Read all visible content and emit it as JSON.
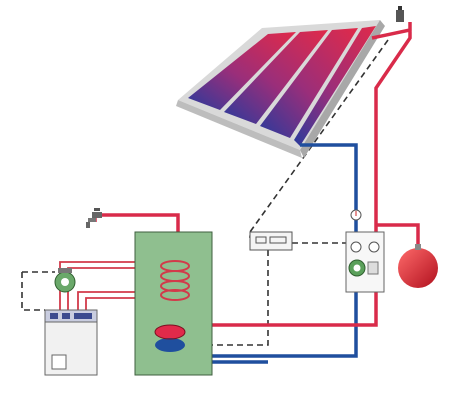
{
  "diagram": {
    "type": "solar-thermal-system-schematic",
    "components": [
      {
        "id": "solar-collector",
        "icon": "solar-panel-icon",
        "panels": 4
      },
      {
        "id": "air-vent",
        "icon": "air-vent-icon"
      },
      {
        "id": "expansion-vessel",
        "icon": "expansion-tank-icon"
      },
      {
        "id": "pump-station",
        "icon": "pump-station-icon",
        "gauges": 2
      },
      {
        "id": "thermometer",
        "icon": "thermometer-icon"
      },
      {
        "id": "solar-controller",
        "icon": "controller-icon"
      },
      {
        "id": "storage-tank",
        "icon": "water-tank-icon",
        "coils": 2
      },
      {
        "id": "hot-water-tap",
        "icon": "faucet-icon"
      },
      {
        "id": "boiler-pump",
        "icon": "circulation-pump-icon"
      },
      {
        "id": "backup-boiler",
        "icon": "boiler-icon"
      }
    ],
    "colors": {
      "hot_pipe": "#d92b4a",
      "cold_pipe": "#1f4f9e",
      "signal_wire": "#333333",
      "tank_body": "#8fbf8f",
      "panel_frame": "#d9d9d9",
      "expansion_vessel": "#e0283c",
      "boiler_pipe": "#d23a4a"
    }
  }
}
